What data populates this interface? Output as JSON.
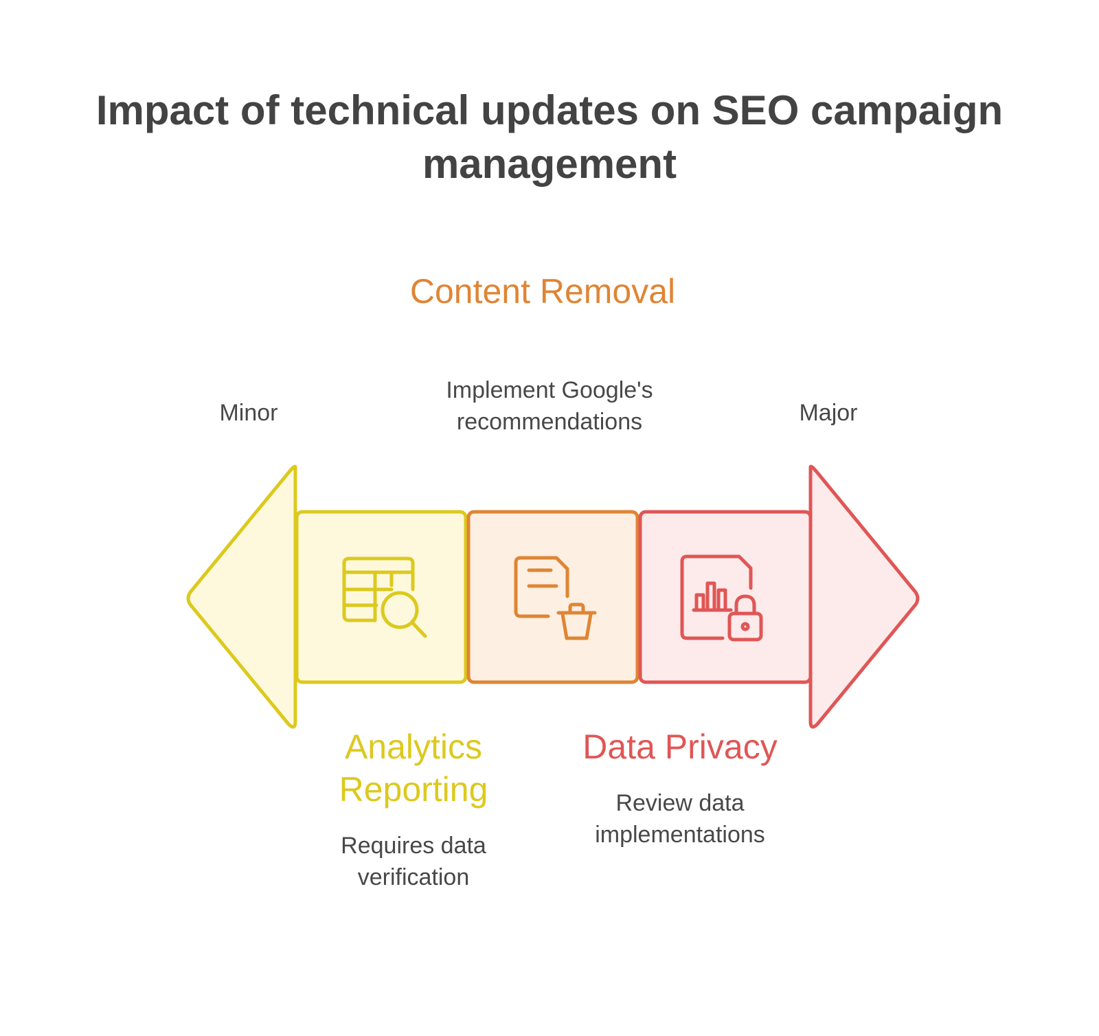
{
  "title": "Impact of technical updates on SEO campaign management",
  "scale": {
    "left_label": "Minor",
    "right_label": "Major"
  },
  "colors": {
    "yellow": "#dcc91e",
    "yellow_fill": "#fef9dc",
    "orange": "#df8534",
    "orange_fill": "#fdefe2",
    "red": "#e05656",
    "red_fill": "#fdeaea"
  },
  "items": [
    {
      "heading": "Analytics Reporting",
      "description": "Requires data verification",
      "icon": "table-search-icon",
      "color": "yellow"
    },
    {
      "heading": "Content Removal",
      "description": "Implement Google's recommendations",
      "icon": "document-trash-icon",
      "color": "orange"
    },
    {
      "heading": "Data Privacy",
      "description": "Review data implementations",
      "icon": "report-lock-icon",
      "color": "red"
    }
  ]
}
